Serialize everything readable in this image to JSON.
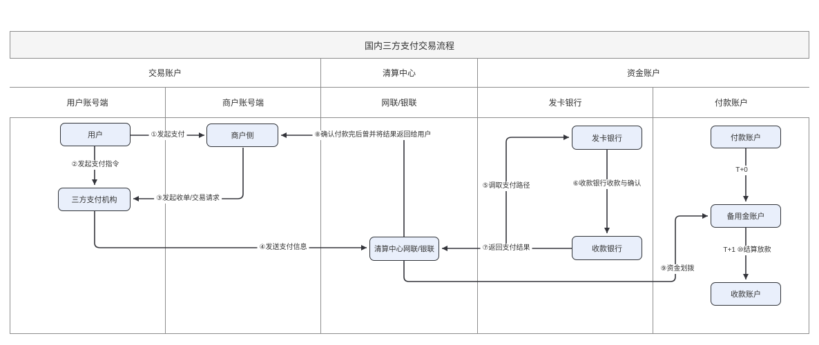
{
  "title": "国内三方支付交易流程",
  "header": {
    "groups": [
      {
        "label": "交易账户"
      },
      {
        "label": "清算中心"
      },
      {
        "label": "资金账户"
      }
    ],
    "columns": [
      {
        "label": "用户账号端"
      },
      {
        "label": "商户账号端"
      },
      {
        "label": "网联/银联"
      },
      {
        "label": "发卡银行"
      },
      {
        "label": "付款账户"
      }
    ]
  },
  "nodes": {
    "user": {
      "label": "用户"
    },
    "merchant": {
      "label": "商户侧"
    },
    "tpp": {
      "label": "三方支付机构"
    },
    "clearing": {
      "label": "清算中心网联/银联"
    },
    "issuer": {
      "label": "发卡银行"
    },
    "acquirer": {
      "label": "收款银行"
    },
    "payer": {
      "label": "付款账户"
    },
    "reserve": {
      "label": "备用金账户"
    },
    "receiver": {
      "label": "收款账户"
    }
  },
  "edges": {
    "e1": {
      "label": "①发起支付"
    },
    "e2": {
      "label": "②发起支付指令"
    },
    "e3": {
      "label": "③发起收单/交易请求"
    },
    "e4": {
      "label": "④发送支付信息"
    },
    "e5": {
      "label": "⑤调取支付路径"
    },
    "e6": {
      "label": "⑥收款银行收款与确认"
    },
    "e7": {
      "label": "⑦返回支付结果"
    },
    "e8": {
      "label": "⑧确认付款完后曾并将结果返回给用户"
    },
    "e9": {
      "label": "⑨资金划拨"
    },
    "t0": {
      "label": "T+0"
    },
    "t1": {
      "label": "T+1 ⑩结算放款"
    }
  },
  "colors": {
    "node_fill": "#e9effb",
    "node_border": "#2f3237",
    "line": "#33343a",
    "grid": "#8c8c8c",
    "title_bg": "#f5f5f5",
    "text": "#333333"
  }
}
